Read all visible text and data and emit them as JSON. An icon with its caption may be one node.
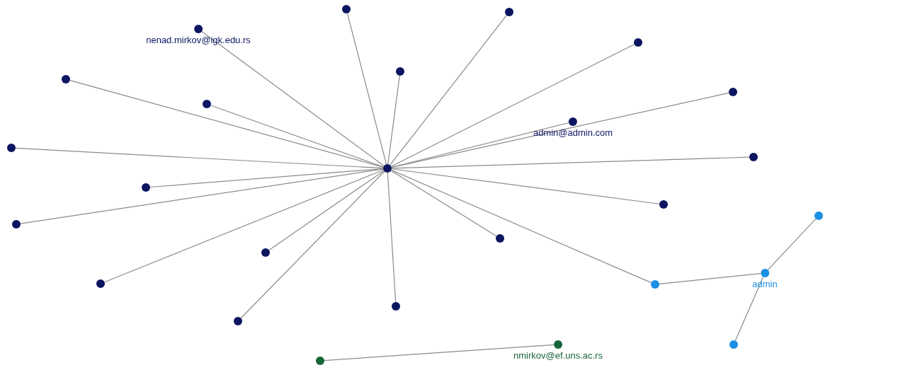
{
  "diagram": {
    "nodes": [
      {
        "text": [],
        "shape": "circle"
      },
      {
        "text": [],
        "shape": "circle"
      },
      {
        "text": [],
        "shape": "circle"
      },
      {
        "text": [
          "nenad.mirkov@igk.edu.rs"
        ]
      },
      {
        "text": [],
        "shape": "circle"
      },
      {
        "text": [],
        "shape": "circle"
      },
      {
        "text": [],
        "shape": "circle"
      },
      {
        "text": [],
        "shape": "circle"
      },
      {
        "text": [],
        "shape": "circle"
      },
      {
        "text": [
          "admin@admin.com"
        ]
      },
      {
        "text": [],
        "shape": "circle"
      },
      {
        "text": [],
        "shape": "circle"
      },
      {
        "text": [],
        "shape": "circle"
      },
      {
        "text": [],
        "shape": "circle"
      },
      {
        "text": [],
        "shape": "circle"
      },
      {
        "text": [],
        "shape": "circle"
      },
      {
        "text": [],
        "shape": "circle"
      },
      {
        "text": [],
        "shape": "circle"
      },
      {
        "text": [],
        "shape": "circle"
      },
      {
        "text": [],
        "shape": "circle"
      },
      {
        "text": [],
        "shape": "circle"
      },
      {
        "text": [
          "admin"
        ]
      },
      {
        "text": [],
        "shape": "circle"
      },
      {
        "text": [],
        "shape": "circle"
      },
      {
        "text": [],
        "shape": "circle"
      },
      {
        "text": [
          "nmirkov@ef.uns.ac.rs"
        ]
      }
    ],
    "edges": [
      {
        "from": 0,
        "to": 1,
        "arrow": "none"
      },
      {
        "from": 0,
        "to": 2,
        "arrow": "none"
      },
      {
        "from": 0,
        "to": 3,
        "arrow": "none"
      },
      {
        "from": 0,
        "to": 4,
        "arrow": "none"
      },
      {
        "from": 0,
        "to": 5,
        "arrow": "none"
      },
      {
        "from": 0,
        "to": 6,
        "arrow": "none"
      },
      {
        "from": 0,
        "to": 7,
        "arrow": "none"
      },
      {
        "from": 0,
        "to": 8,
        "arrow": "none"
      },
      {
        "from": 0,
        "to": 9,
        "arrow": "none"
      },
      {
        "from": 0,
        "to": 10,
        "arrow": "none"
      },
      {
        "from": 0,
        "to": 11,
        "arrow": "none"
      },
      {
        "from": 0,
        "to": 12,
        "arrow": "none"
      },
      {
        "from": 0,
        "to": 13,
        "arrow": "none"
      },
      {
        "from": 0,
        "to": 14,
        "arrow": "none"
      },
      {
        "from": 0,
        "to": 15,
        "arrow": "none"
      },
      {
        "from": 0,
        "to": 16,
        "arrow": "none"
      },
      {
        "from": 0,
        "to": 17,
        "arrow": "none"
      },
      {
        "from": 0,
        "to": 18,
        "arrow": "none"
      },
      {
        "from": 0,
        "to": 19,
        "arrow": "none"
      },
      {
        "from": 0,
        "to": 22,
        "arrow": "none"
      },
      {
        "from": 22,
        "to": 21,
        "arrow": "none"
      },
      {
        "from": 21,
        "to": 20,
        "arrow": "none"
      },
      {
        "from": 21,
        "to": 23,
        "arrow": "none"
      },
      {
        "from": 24,
        "to": 25,
        "arrow": "none"
      }
    ]
  }
}
